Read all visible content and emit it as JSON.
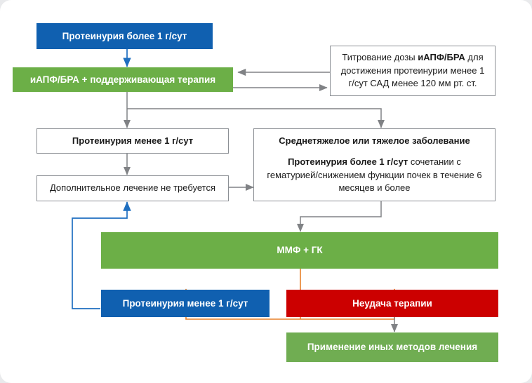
{
  "diagram": {
    "title_hidden": "",
    "nodes": {
      "proteinuria_high": "Протеинурия более 1 г/сут",
      "acei_arb_therapy": "иАПФ/БРА + поддерживающая терапия",
      "titration_part1": "Титрование дозы ",
      "titration_bold": "иАПФ/БРА",
      "titration_part2": " для достижения протеинурии менее 1 г/сут САД менее 120 мм рт. ст.",
      "proteinuria_low": "Протеинурия менее 1 г/сут",
      "no_treatment": "Дополнительное лечение не требуется",
      "severe_title": "Среднетяжелое или тяжелое заболевание",
      "severe_bold": "Протеинурия более 1 г/сут",
      "severe_rest": " сочетании с гематурией/снижением функции почек в течение 6 месяцев и более",
      "mmf_gk": "ММФ + ГК",
      "proteinuria_low_2": "Протеинурия менее 1 г/сут",
      "therapy_failure": "Неудача терапии",
      "other_methods": "Применение иных методов лечения"
    },
    "colors": {
      "blue": "#1060b0",
      "green": "#6caf47",
      "green_light": "#70ad52",
      "red": "#cc0000",
      "arrow_gray": "#808285",
      "arrow_blue": "#1f6fc0",
      "arrow_orange": "#e8802a",
      "border_gray": "#8b8f94",
      "canvas": "#ffffff",
      "page": "#e9eaec"
    }
  }
}
